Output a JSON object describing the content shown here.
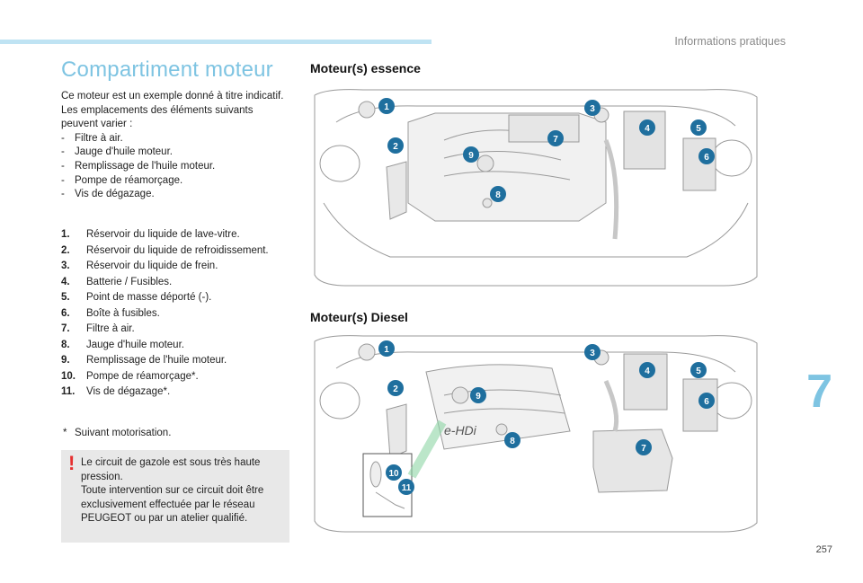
{
  "header": {
    "section_label": "Informations pratiques"
  },
  "page": {
    "title": "Compartiment moteur",
    "number": "257",
    "chapter": "7"
  },
  "intro": {
    "lines": [
      "Ce moteur est un exemple donné à titre indicatif.",
      "Les emplacements des éléments suivants peuvent varier :"
    ],
    "bullets": [
      "Filtre à air.",
      "Jauge d'huile moteur.",
      "Remplissage de l'huile moteur.",
      "Pompe de réamorçage.",
      "Vis de dégazage."
    ]
  },
  "legend": [
    {
      "num": "1.",
      "text": "Réservoir du liquide de lave-vitre."
    },
    {
      "num": "2.",
      "text": "Réservoir du liquide de refroidissement."
    },
    {
      "num": "3.",
      "text": "Réservoir du liquide de frein."
    },
    {
      "num": "4.",
      "text": "Batterie / Fusibles."
    },
    {
      "num": "5.",
      "text": "Point de masse déporté (-)."
    },
    {
      "num": "6.",
      "text": "Boîte à fusibles."
    },
    {
      "num": "7.",
      "text": "Filtre à air."
    },
    {
      "num": "8.",
      "text": "Jauge d'huile moteur."
    },
    {
      "num": "9.",
      "text": "Remplissage de l'huile moteur."
    },
    {
      "num": "10.",
      "text": "Pompe de réamorçage*."
    },
    {
      "num": "11.",
      "text": "Vis de dégazage*."
    }
  ],
  "footnote": {
    "star": "*",
    "text": "Suivant motorisation."
  },
  "warning": {
    "icon": "!",
    "line1": "Le circuit de gazole est sous très haute pression.",
    "line2": "Toute intervention sur ce circuit doit être exclusivement effectuée par le réseau PEUGEOT ou par un atelier qualifié."
  },
  "sections": {
    "petrol_title": "Moteur(s) essence",
    "diesel_title": "Moteur(s) Diesel"
  },
  "diagram_labels": {
    "numbers": [
      "1",
      "2",
      "3",
      "4",
      "5",
      "6",
      "7",
      "8",
      "9",
      "10",
      "11"
    ],
    "ehdi": "e-HDi"
  },
  "colors": {
    "accent": "#7ec4e2",
    "marker": "#1f6f9e",
    "warning": "#e63030"
  }
}
